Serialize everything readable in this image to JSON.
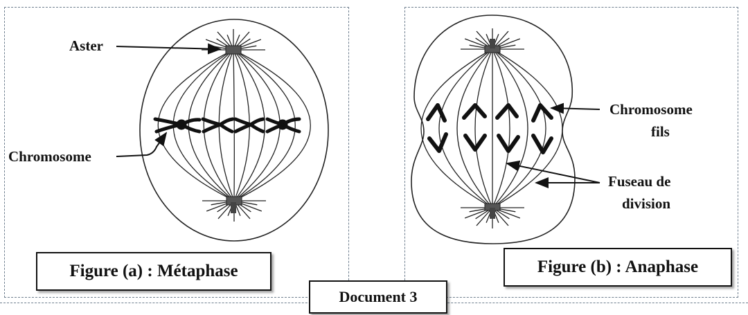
{
  "figure_a": {
    "caption": "Figure (a) : Métaphase",
    "labels": {
      "aster": "Aster",
      "chromosome": "Chromosome"
    }
  },
  "figure_b": {
    "caption": "Figure (b) : Anaphase",
    "labels": {
      "chromosome_fils_line1": "Chromosome",
      "chromosome_fils_line2": "fils",
      "fuseau_line1": "Fuseau de",
      "fuseau_line2": "division"
    }
  },
  "document_label": "Document 3"
}
